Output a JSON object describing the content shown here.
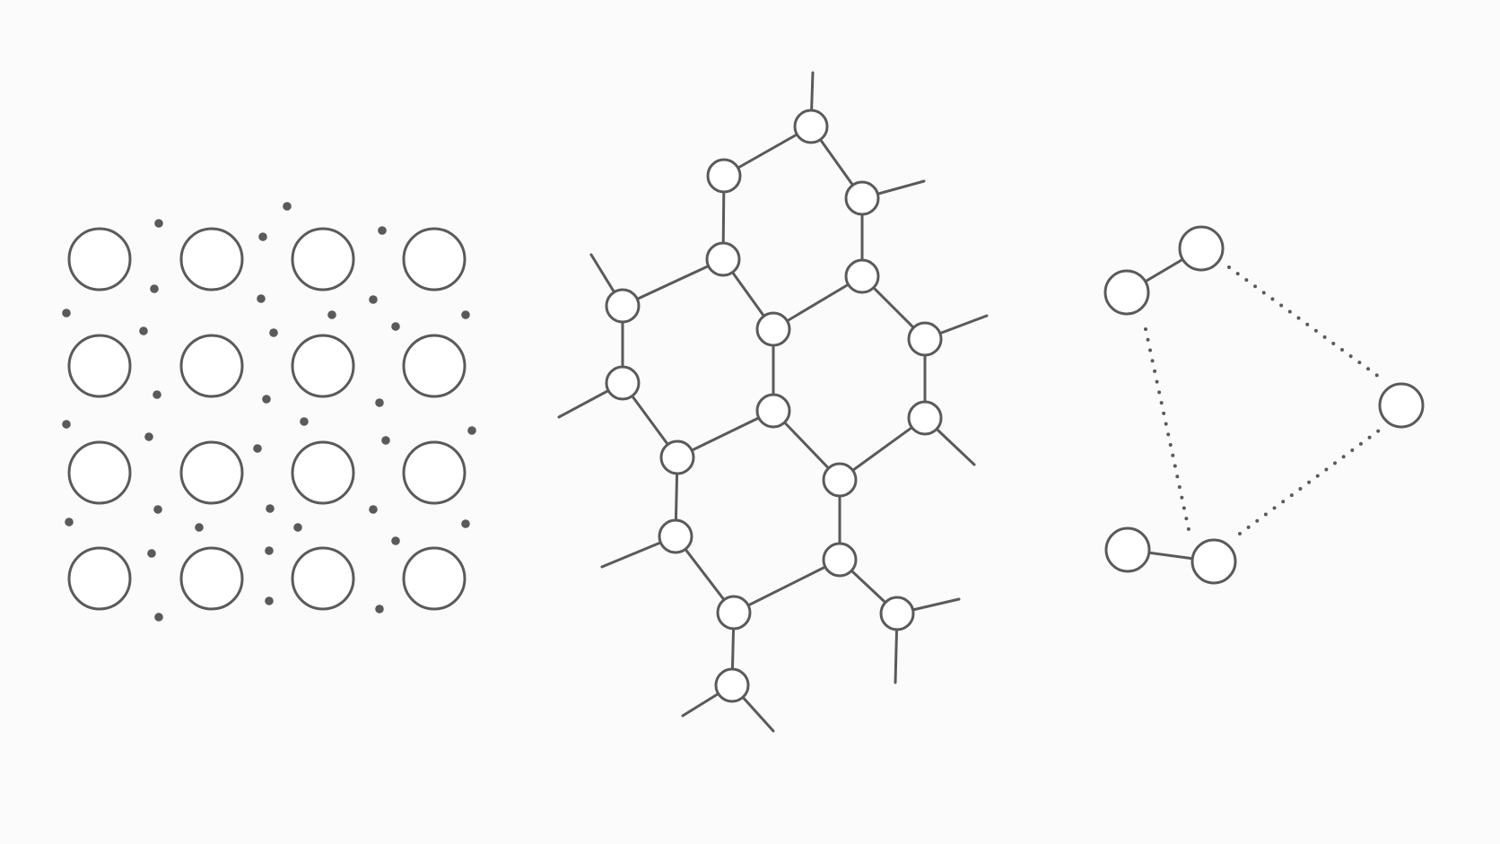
{
  "colors": {
    "background": "#fbfbfb",
    "stroke": "#5a5a5a",
    "node_fill": "#ffffff",
    "dot": "#5a5a5a"
  },
  "panels": [
    {
      "id": "ionic-lattice",
      "shape": "grid-of-circles-with-dots",
      "rows": 4,
      "columns": 4
    },
    {
      "id": "covalent-network",
      "shape": "hexagonal-ring-network"
    },
    {
      "id": "molecular-pairs",
      "shape": "two-bonded-pairs-plus-single-atom-dotted-links",
      "pair_count": 2,
      "single_atom_count": 1
    }
  ]
}
